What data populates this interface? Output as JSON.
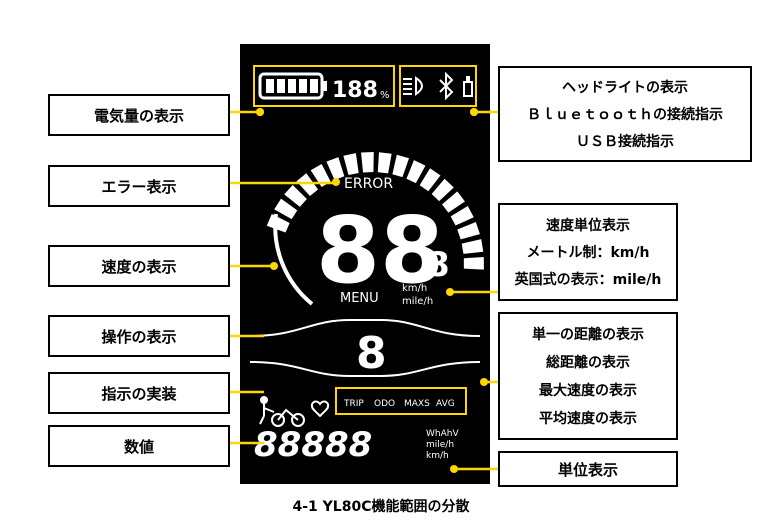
{
  "display": {
    "battery_percent": "188",
    "percent_sign": "%",
    "error": "ERROR",
    "speed_digits": "88",
    "speed_decimal": "8",
    "menu": "MENU",
    "unit_kmh": "km/h",
    "unit_mileh": "mile/h",
    "operation_digit": "8",
    "modes": [
      "TRIP",
      "ODO",
      "MAXS",
      "AVG"
    ],
    "value_digits": "88888",
    "value_units": [
      "WhAhV",
      "mile/h",
      "km/h"
    ]
  },
  "labels": {
    "battery": "電気量の表示",
    "error": "エラー表示",
    "speed": "速度の表示",
    "operation": "操作の表示",
    "indicator": "指示の実装",
    "numeric": "数値",
    "headlight": "ヘッドライトの表示",
    "bluetooth": "Ｂｌｕｅｔｏｏｔｈの接続指示",
    "usb": "ＵＳＢ接続指示",
    "speed_unit_title": "速度単位表示",
    "speed_unit_metric": "メートル制：km/h",
    "speed_unit_imperial": "英国式の表示：mile/h",
    "distance_single": "単一の距離の表示",
    "distance_total": "総距離の表示",
    "max_speed": "最大速度の表示",
    "avg_speed": "平均速度の表示",
    "unit_display": "単位表示"
  },
  "caption": "4-1 YL80C機能範囲の分散",
  "colors": {
    "accent": "#ffd700",
    "panel": "#000000"
  }
}
